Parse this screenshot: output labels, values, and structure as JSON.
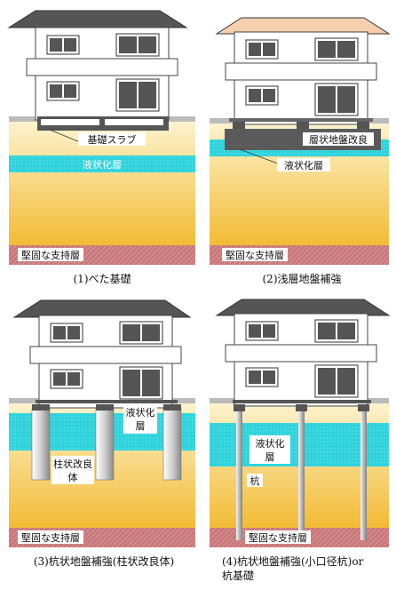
{
  "panels": [
    {
      "caption": "(1)べた基礎",
      "labels": {
        "slab": "基礎スラブ",
        "liquefaction": "液状化層",
        "bearing": "堅固な支持層"
      }
    },
    {
      "caption": "(2)浅層地盤補強",
      "labels": {
        "improved": "層状地盤改良",
        "liquefaction": "液状化層",
        "bearing": "堅固な支持層"
      }
    },
    {
      "caption": "(3)杭状地盤補強(柱状改良体)",
      "labels": {
        "liquefaction_1": "液状化",
        "liquefaction_2": "層",
        "column_1": "柱状改良",
        "column_2": "体",
        "bearing": "堅固な支持層"
      }
    },
    {
      "caption_1": "(4)杭状地盤補強(小口径杭)or",
      "caption_2": "杭基礎",
      "labels": {
        "liquefaction_1": "液状化",
        "liquefaction_2": "層",
        "pile": "杭",
        "bearing": "堅固な支持層"
      }
    }
  ],
  "colors": {
    "soil_top": "#fdf1c4",
    "soil_bottom": "#f3bf3a",
    "liquefaction": "#2fd3dc",
    "bearing": "#c9787a",
    "roof": "#555555",
    "roof_light": "#f6cfae",
    "window": "#555555"
  }
}
